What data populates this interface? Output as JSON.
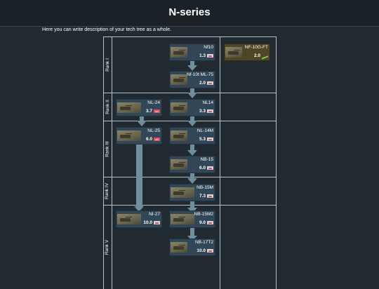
{
  "header": {
    "title": "N-series"
  },
  "description": "Here you can write description of your tech tree as a whole.",
  "ranks": [
    {
      "label": "Rank I"
    },
    {
      "label": "Rank II"
    },
    {
      "label": "Rank III"
    },
    {
      "label": "Rank IV"
    },
    {
      "label": "Rank V"
    }
  ],
  "vehicles": {
    "nf10": {
      "name": "Nf10",
      "br": "1.3",
      "role": "light-tank-icon"
    },
    "nf10t": {
      "name": "Nf-10t ML-75",
      "br": "2.0",
      "role": "light-tank-icon"
    },
    "nf10gft": {
      "name": "NF-10G-FT",
      "br": "2.0",
      "role": "tank-destroyer-icon",
      "premium": true
    },
    "nl24": {
      "name": "NL-24",
      "br": "3.7",
      "role": "spaa-icon"
    },
    "nl14": {
      "name": "NL14",
      "br": "3.3",
      "role": "light-tank-icon"
    },
    "nl25": {
      "name": "NL-25",
      "br": "6.0",
      "role": "spaa-icon"
    },
    "nl14m": {
      "name": "NL-14M",
      "br": "5.3",
      "role": "light-tank-icon"
    },
    "nb15": {
      "name": "NB-15",
      "br": "6.0",
      "role": "light-tank-icon"
    },
    "nb15m": {
      "name": "NB-15M",
      "br": "7.3",
      "role": "light-tank-icon"
    },
    "ni27": {
      "name": "NI-27",
      "br": "10.0",
      "role": "light-tank-icon"
    },
    "nb15m2": {
      "name": "NB-15M2",
      "br": "9.0",
      "role": "light-tank-icon"
    },
    "nb17t2": {
      "name": "NB-17T2",
      "br": "10.0",
      "role": "light-tank-icon"
    }
  },
  "colors": {
    "background": "#212a31",
    "card": "#314657",
    "premium_card": "#4f4527",
    "arrow": "#6f8f9f",
    "grid_line": "#b9c1c7"
  }
}
